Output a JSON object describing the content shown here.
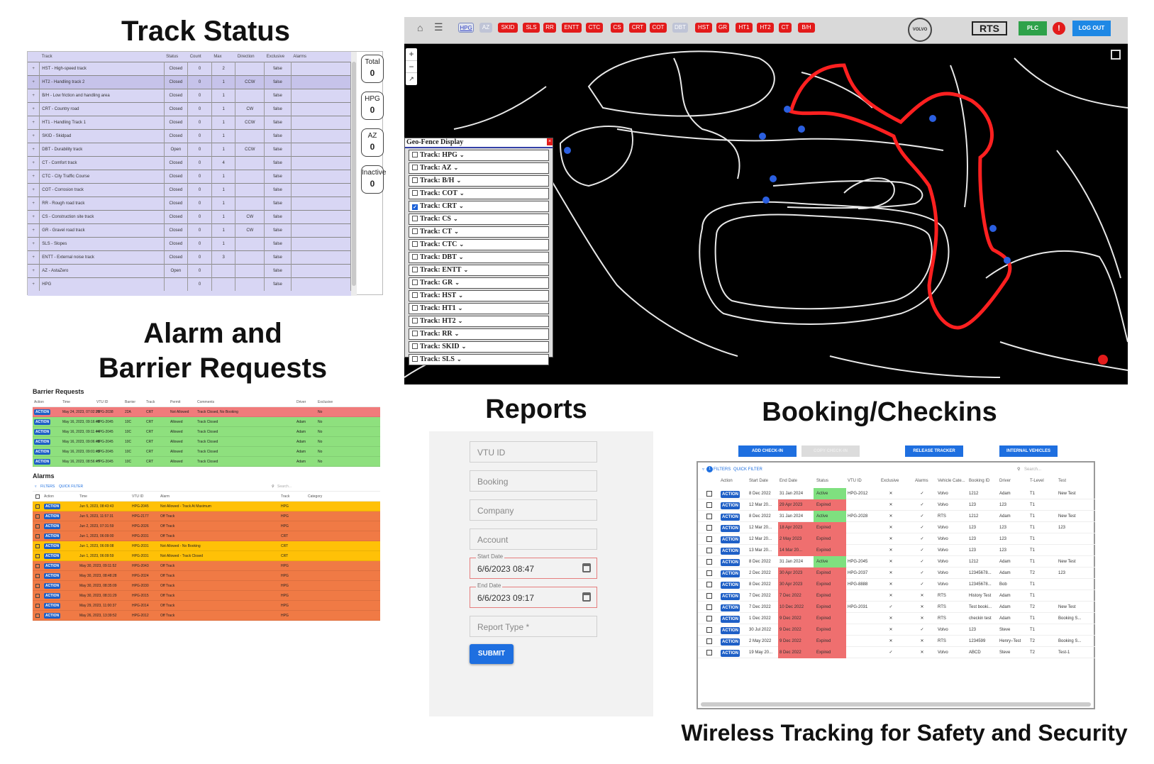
{
  "headings": {
    "track_status": "Track Status",
    "alarm_line1": "Alarm and",
    "alarm_line2": "Barrier Requests",
    "reports": "Reports",
    "booking": "Booking/Checkins",
    "footer": "Wireless Tracking for Safety and Security"
  },
  "track_status": {
    "columns": [
      "Track",
      "Status",
      "Count",
      "Max",
      "Direction",
      "Exclusive",
      "Alarms"
    ],
    "rows": [
      {
        "track": "HST - High-speed track",
        "status": "Closed",
        "count": "0",
        "max": "2",
        "dir": "",
        "excl": "false"
      },
      {
        "track": "HT2 - Handling track 2",
        "status": "Closed",
        "count": "0",
        "max": "1",
        "dir": "CCW",
        "excl": "false"
      },
      {
        "track": "B/H - Low friction and handling area",
        "status": "Closed",
        "count": "0",
        "max": "1",
        "dir": "",
        "excl": "false"
      },
      {
        "track": "CRT - Country road",
        "status": "Closed",
        "count": "0",
        "max": "1",
        "dir": "CW",
        "excl": "false"
      },
      {
        "track": "HT1 - Handling Track 1",
        "status": "Closed",
        "count": "0",
        "max": "1",
        "dir": "CCW",
        "excl": "false"
      },
      {
        "track": "SKID - Skidpad",
        "status": "Closed",
        "count": "0",
        "max": "1",
        "dir": "",
        "excl": "false"
      },
      {
        "track": "DBT - Durability track",
        "status": "Open",
        "count": "0",
        "max": "1",
        "dir": "CCW",
        "excl": "false"
      },
      {
        "track": "CT - Comfort track",
        "status": "Closed",
        "count": "0",
        "max": "4",
        "dir": "",
        "excl": "false"
      },
      {
        "track": "CTC - City Traffic Course",
        "status": "Closed",
        "count": "0",
        "max": "1",
        "dir": "",
        "excl": "false"
      },
      {
        "track": "COT - Corrosion track",
        "status": "Closed",
        "count": "0",
        "max": "1",
        "dir": "",
        "excl": "false"
      },
      {
        "track": "RR - Rough road track",
        "status": "Closed",
        "count": "0",
        "max": "1",
        "dir": "",
        "excl": "false"
      },
      {
        "track": "CS - Construction site track",
        "status": "Closed",
        "count": "0",
        "max": "1",
        "dir": "CW",
        "excl": "false"
      },
      {
        "track": "GR - Gravel road track",
        "status": "Closed",
        "count": "0",
        "max": "1",
        "dir": "CW",
        "excl": "false"
      },
      {
        "track": "SLS - Slopes",
        "status": "Closed",
        "count": "0",
        "max": "1",
        "dir": "",
        "excl": "false"
      },
      {
        "track": "ENTT - External noise track",
        "status": "Closed",
        "count": "0",
        "max": "3",
        "dir": "",
        "excl": "false"
      },
      {
        "track": "AZ - AstaZero",
        "status": "Open",
        "count": "0",
        "max": "",
        "dir": "",
        "excl": "false"
      },
      {
        "track": "HPG",
        "status": "",
        "count": "0",
        "max": "",
        "dir": "",
        "excl": "false"
      }
    ],
    "counters": [
      {
        "label": "Total",
        "value": "0"
      },
      {
        "label": "HPG",
        "value": "0"
      },
      {
        "label": "AZ",
        "value": "0"
      },
      {
        "label": "Inactive",
        "value": "0"
      }
    ]
  },
  "map": {
    "toolbar_buttons": [
      "HPG",
      "AZ",
      "SKID",
      "SLS",
      "RR",
      "ENTT",
      "CTC",
      "CS",
      "CRT",
      "COT",
      "DBT",
      "HST",
      "GR",
      "HT1",
      "HT2",
      "CT",
      "B/H"
    ],
    "volvo": "VOLVO",
    "rts": "RTS",
    "plc": "PLC",
    "logout": "LOG OUT",
    "geo_title": "Geo-Fence Display",
    "geo_rows": [
      {
        "label": "Track: HPG",
        "checked": false
      },
      {
        "label": "Track: AZ",
        "checked": false
      },
      {
        "label": "Track: B/H",
        "checked": false
      },
      {
        "label": "Track: COT",
        "checked": false
      },
      {
        "label": "Track: CRT",
        "checked": true
      },
      {
        "label": "Track: CS",
        "checked": false
      },
      {
        "label": "Track: CT",
        "checked": false
      },
      {
        "label": "Track: CTC",
        "checked": false
      },
      {
        "label": "Track: DBT",
        "checked": false
      },
      {
        "label": "Track: ENTT",
        "checked": false
      },
      {
        "label": "Track: GR",
        "checked": false
      },
      {
        "label": "Track: HST",
        "checked": false
      },
      {
        "label": "Track: HT1",
        "checked": false
      },
      {
        "label": "Track: HT2",
        "checked": false
      },
      {
        "label": "Track: RR",
        "checked": false
      },
      {
        "label": "Track: SKID",
        "checked": false
      },
      {
        "label": "Track: SLS",
        "checked": false
      }
    ]
  },
  "barrier": {
    "title": "Barrier Requests",
    "columns": [
      "Action",
      "Time",
      "VTU ID",
      "Barrier",
      "Track",
      "Permit",
      "Comments",
      "Driver",
      "Exclusive"
    ],
    "rows": [
      {
        "time": "May 24, 2023, 07:02:29",
        "vtu": "HPG-2038",
        "barrier": "22A",
        "track": "CRT",
        "permit": "Not Allowed",
        "comment": "Track Closed, No Booking",
        "driver": "",
        "excl": "No",
        "color": "#f07b7b"
      },
      {
        "time": "May 16, 2023, 09:16:48",
        "vtu": "HPG-2045",
        "barrier": "10C",
        "track": "CRT",
        "permit": "Allowed",
        "comment": "Track Closed",
        "driver": "Adam",
        "excl": "No",
        "color": "#8ee07e"
      },
      {
        "time": "May 16, 2023, 09:11:44",
        "vtu": "HPG-2045",
        "barrier": "10C",
        "track": "CRT",
        "permit": "Allowed",
        "comment": "Track Closed",
        "driver": "Adam",
        "excl": "No",
        "color": "#8ee07e"
      },
      {
        "time": "May 16, 2023, 09:06:48",
        "vtu": "HPG-2045",
        "barrier": "10C",
        "track": "CRT",
        "permit": "Allowed",
        "comment": "Track Closed",
        "driver": "Adam",
        "excl": "No",
        "color": "#8ee07e"
      },
      {
        "time": "May 16, 2023, 09:01:43",
        "vtu": "HPG-2045",
        "barrier": "10C",
        "track": "CRT",
        "permit": "Allowed",
        "comment": "Track Closed",
        "driver": "Adam",
        "excl": "No",
        "color": "#8ee07e"
      },
      {
        "time": "May 16, 2023, 08:56:47",
        "vtu": "HPG-2045",
        "barrier": "10C",
        "track": "CRT",
        "permit": "Allowed",
        "comment": "Track Closed",
        "driver": "Adam",
        "excl": "No",
        "color": "#8ee07e"
      }
    ],
    "action": "ACTION"
  },
  "alarms": {
    "title": "Alarms",
    "filters": "FILTERS",
    "quick": "QUICK FILTER",
    "search": "Search...",
    "columns": [
      "Action",
      "Time",
      "VTU ID",
      "Alarm",
      "Track",
      "Category"
    ],
    "rows": [
      {
        "time": "Jun 5, 2023, 08:43:43",
        "vtu": "HPG-2045",
        "alarm": "Not Allowed - Track At Maximum",
        "track": "HPG",
        "color": "#ffc107"
      },
      {
        "time": "Jun 5, 2023, 11:57:31",
        "vtu": "HPG-2177",
        "alarm": "Off Track",
        "track": "HPG",
        "color": "#f07a45"
      },
      {
        "time": "Jun 2, 2023, 07:31:59",
        "vtu": "HPG-2026",
        "alarm": "Off Track",
        "track": "HPG",
        "color": "#f07a45"
      },
      {
        "time": "Jun 1, 2023, 06:09:00",
        "vtu": "HPG-2031",
        "alarm": "Off Track",
        "track": "CRT",
        "color": "#f07a45"
      },
      {
        "time": "Jun 1, 2023, 06:09:08",
        "vtu": "HPG-2031",
        "alarm": "Not Allowed - No Booking",
        "track": "CRT",
        "color": "#ffc107"
      },
      {
        "time": "Jun 1, 2023, 06:09:59",
        "vtu": "HPG-2031",
        "alarm": "Not Allowed - Track Closed",
        "track": "CRT",
        "color": "#ffc107"
      },
      {
        "time": "May 30, 2023, 09:11:52",
        "vtu": "HPG-2043",
        "alarm": "Off Track",
        "track": "HPG",
        "color": "#f07a45"
      },
      {
        "time": "May 30, 2023, 08:48:28",
        "vtu": "HPG-2024",
        "alarm": "Off Track",
        "track": "HPG",
        "color": "#f07a45"
      },
      {
        "time": "May 30, 2023, 08:35:09",
        "vtu": "HPG-2030",
        "alarm": "Off Track",
        "track": "HPG",
        "color": "#f07a45"
      },
      {
        "time": "May 30, 2023, 08:31:29",
        "vtu": "HPG-2015",
        "alarm": "Off Track",
        "track": "HPG",
        "color": "#f07a45"
      },
      {
        "time": "May 29, 2023, 11:00:37",
        "vtu": "HPG-2014",
        "alarm": "Off Track",
        "track": "HPG",
        "color": "#f07a45"
      },
      {
        "time": "May 26, 2023, 13:39:52",
        "vtu": "HPG-2012",
        "alarm": "Off Track",
        "track": "HPG",
        "color": "#f07a45"
      }
    ]
  },
  "reports": {
    "vtu": "VTU ID",
    "booking": "Booking",
    "company": "Company",
    "account": "Account",
    "start_label": "Start Date",
    "start_value": "6/6/2023 08:47",
    "end_label": "End Date",
    "end_value": "6/6/2023 09:17",
    "report_type": "Report Type *",
    "submit": "SUBMIT"
  },
  "booking": {
    "buttons": [
      "ADD CHECK-IN",
      "COPY CHECK-IN",
      "RELEASE TRACKER",
      "INTERNAL VEHICLES"
    ],
    "filters": "FILTERS",
    "quick": "QUICK FILTER",
    "search": "Search...",
    "filter_badge": "1",
    "columns": [
      "Action",
      "Start Date",
      "End Date",
      "Status",
      "VTU ID",
      "Exclusive",
      "Alarms",
      "Vehicle Cate...",
      "Booking ID",
      "Driver",
      "T-Level",
      "Test"
    ],
    "rows": [
      {
        "start": "8 Dec 2022",
        "end": "31 Jan 2024",
        "status": "Active",
        "vtu": "HPG-2012",
        "excl": "✕",
        "alarms": "✓",
        "veh": "Volvo",
        "bid": "1212",
        "driver": "Adam",
        "tl": "T1",
        "test": "New Test"
      },
      {
        "start": "12 Mar 20...",
        "end": "29 Apr 2023",
        "status": "Expired",
        "vtu": "",
        "excl": "✕",
        "alarms": "✓",
        "veh": "Volvo",
        "bid": "123",
        "driver": "123",
        "tl": "T1",
        "test": ""
      },
      {
        "start": "8 Dec 2022",
        "end": "31 Jan 2024",
        "status": "Active",
        "vtu": "HPG-2028",
        "excl": "✕",
        "alarms": "✓",
        "veh": "RTS",
        "bid": "1212",
        "driver": "Adam",
        "tl": "T1",
        "test": "New Test"
      },
      {
        "start": "12 Mar 20...",
        "end": "18 Apr 2023",
        "status": "Expired",
        "vtu": "",
        "excl": "✕",
        "alarms": "✓",
        "veh": "Volvo",
        "bid": "123",
        "driver": "123",
        "tl": "T1",
        "test": "123"
      },
      {
        "start": "12 Mar 20...",
        "end": "2 May 2023",
        "status": "Expired",
        "vtu": "",
        "excl": "✕",
        "alarms": "✓",
        "veh": "Volvo",
        "bid": "123",
        "driver": "123",
        "tl": "T1",
        "test": ""
      },
      {
        "start": "13 Mar 20...",
        "end": "14 Mar 20...",
        "status": "Expired",
        "vtu": "",
        "excl": "✕",
        "alarms": "✓",
        "veh": "Volvo",
        "bid": "123",
        "driver": "123",
        "tl": "T1",
        "test": ""
      },
      {
        "start": "8 Dec 2022",
        "end": "31 Jan 2024",
        "status": "Active",
        "vtu": "HPG-2045",
        "excl": "✕",
        "alarms": "✓",
        "veh": "Volvo",
        "bid": "1212",
        "driver": "Adam",
        "tl": "T1",
        "test": "New Test"
      },
      {
        "start": "2 Dec 2022",
        "end": "30 Apr 2023",
        "status": "Expired",
        "vtu": "HPG-2037",
        "excl": "✕",
        "alarms": "✓",
        "veh": "Volvo",
        "bid": "12345678...",
        "driver": "Adam",
        "tl": "T2",
        "test": "123"
      },
      {
        "start": "8 Dec 2022",
        "end": "30 Apr 2023",
        "status": "Expired",
        "vtu": "HPG-8888",
        "excl": "✕",
        "alarms": "✓",
        "veh": "Volvo",
        "bid": "12345678...",
        "driver": "Bob",
        "tl": "T1",
        "test": ""
      },
      {
        "start": "7 Dec 2022",
        "end": "7 Dec 2022",
        "status": "Expired",
        "vtu": "",
        "excl": "✕",
        "alarms": "✕",
        "veh": "RTS",
        "bid": "History Test",
        "driver": "Adam",
        "tl": "T1",
        "test": ""
      },
      {
        "start": "7 Dec 2022",
        "end": "10 Dec 2022",
        "status": "Expired",
        "vtu": "HPG-2031",
        "excl": "✓",
        "alarms": "✕",
        "veh": "RTS",
        "bid": "Test booki...",
        "driver": "Adam",
        "tl": "T2",
        "test": "New Test"
      },
      {
        "start": "1 Dec 2022",
        "end": "9 Dec 2022",
        "status": "Expired",
        "vtu": "",
        "excl": "✕",
        "alarms": "✕",
        "veh": "RTS",
        "bid": "checkin test",
        "driver": "Adam",
        "tl": "T1",
        "test": "Booking S..."
      },
      {
        "start": "30 Jul 2022",
        "end": "9 Dec 2022",
        "status": "Expired",
        "vtu": "",
        "excl": "✕",
        "alarms": "✓",
        "veh": "Volvo",
        "bid": "123",
        "driver": "Steve",
        "tl": "T1",
        "test": ""
      },
      {
        "start": "2 May 2022",
        "end": "9 Dec 2022",
        "status": "Expired",
        "vtu": "",
        "excl": "✕",
        "alarms": "✕",
        "veh": "RTS",
        "bid": "1234599",
        "driver": "Henry–Test",
        "tl": "T2",
        "test": "Booking S..."
      },
      {
        "start": "19 May 20...",
        "end": "8 Dec 2022",
        "status": "Expired",
        "vtu": "",
        "excl": "✓",
        "alarms": "✕",
        "veh": "Volvo",
        "bid": "ABCD",
        "driver": "Steve",
        "tl": "T2",
        "test": "Test-1"
      }
    ]
  },
  "colors": {
    "accent": "#1e6fe0",
    "track_red": "#e31b1b",
    "map_bg": "#000000"
  }
}
